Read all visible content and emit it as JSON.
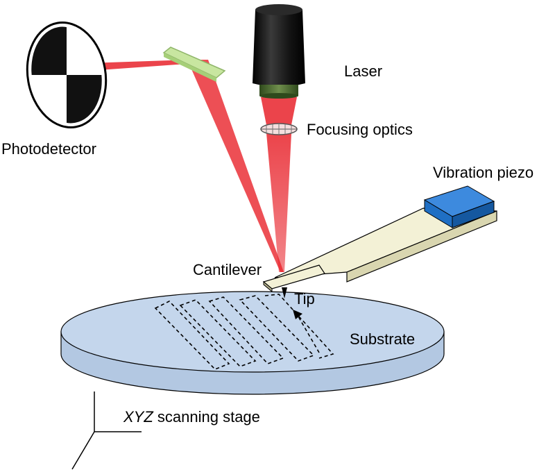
{
  "labels": {
    "photodetector": "Photodetector",
    "laser": "Laser",
    "focusing_optics": "Focusing optics",
    "vibration_piezo": "Vibration piezo",
    "cantilever": "Cantilever",
    "tip": "Tip",
    "substrate": "Substrate",
    "stage_axes": "XYZ",
    "stage_text": " scanning stage"
  },
  "colors": {
    "laser_beam": "#e8232b",
    "laser_body": "#1c1c1c",
    "laser_ring": "#4a6b2e",
    "mirror": "#c8e6a0",
    "substrate_fill": "#c4d6ec",
    "piezo": "#1f6fc4",
    "cantilever_holder": "#f3f1d6"
  }
}
